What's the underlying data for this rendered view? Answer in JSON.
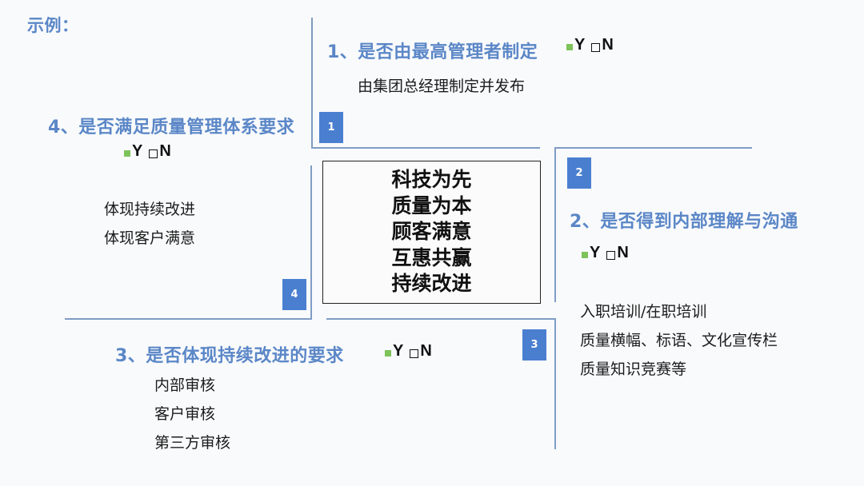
{
  "header": {
    "label": "示例："
  },
  "center": {
    "lines": [
      "科技为先",
      "质量为本",
      "顾客满意",
      "互惠共赢",
      "持续改进"
    ]
  },
  "quadrants": [
    {
      "badge": "1",
      "title": "1、是否由最高管理者制定",
      "yes_label": "Y",
      "no_label": "N",
      "items": [
        "由集团总经理制定并发布"
      ]
    },
    {
      "badge": "2",
      "title": "2、是否得到内部理解与沟通",
      "yes_label": "Y",
      "no_label": "N",
      "items": [
        "入职培训/在职培训",
        "质量横幅、标语、文化宣传栏",
        "质量知识竞赛等"
      ]
    },
    {
      "badge": "3",
      "title": "3、是否体现持续改进的要求",
      "yes_label": "Y",
      "no_label": "N",
      "items": [
        "内部审核",
        "客户审核",
        "第三方审核"
      ]
    },
    {
      "badge": "4",
      "title": "4、是否满足质量管理体系要求",
      "yes_label": "Y",
      "no_label": "N",
      "items": [
        "体现持续改进",
        "体现客户满意"
      ]
    }
  ],
  "colors": {
    "title": "#5b87c7",
    "badge": "#4a7fd0",
    "line": "#7f9cc4",
    "check_yes": "#7dc35a"
  }
}
